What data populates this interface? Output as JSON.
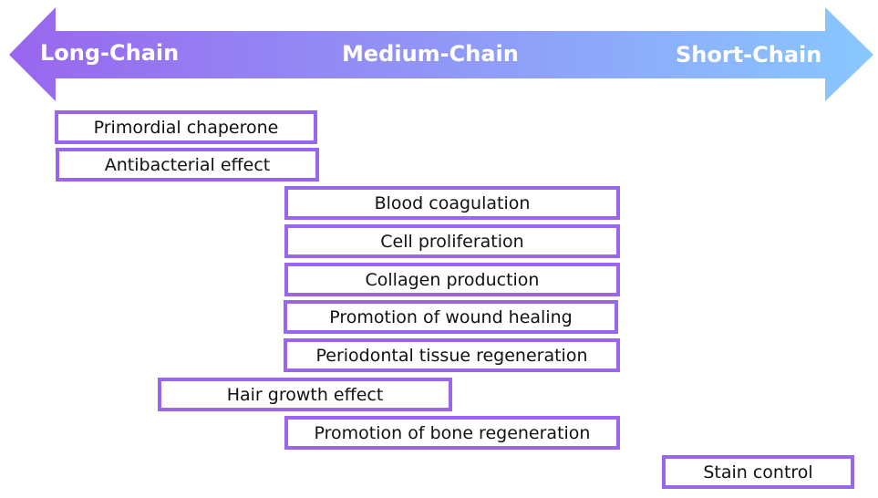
{
  "arrow": {
    "labels": {
      "long": "Long-Chain",
      "medium": "Medium-Chain",
      "short": "Short-Chain"
    },
    "gradient_start": "#9966ee",
    "gradient_end": "#88c8ff"
  },
  "box_border_color": "#9966ee",
  "boxes": [
    {
      "label": "Primordial chaperone"
    },
    {
      "label": "Antibacterial effect"
    },
    {
      "label": "Blood coagulation"
    },
    {
      "label": "Cell proliferation"
    },
    {
      "label": "Collagen production"
    },
    {
      "label": "Promotion of wound healing"
    },
    {
      "label": "Periodontal tissue regeneration"
    },
    {
      "label": "Hair growth effect"
    },
    {
      "label": "Promotion of bone regeneration"
    },
    {
      "label": "Stain control"
    }
  ]
}
